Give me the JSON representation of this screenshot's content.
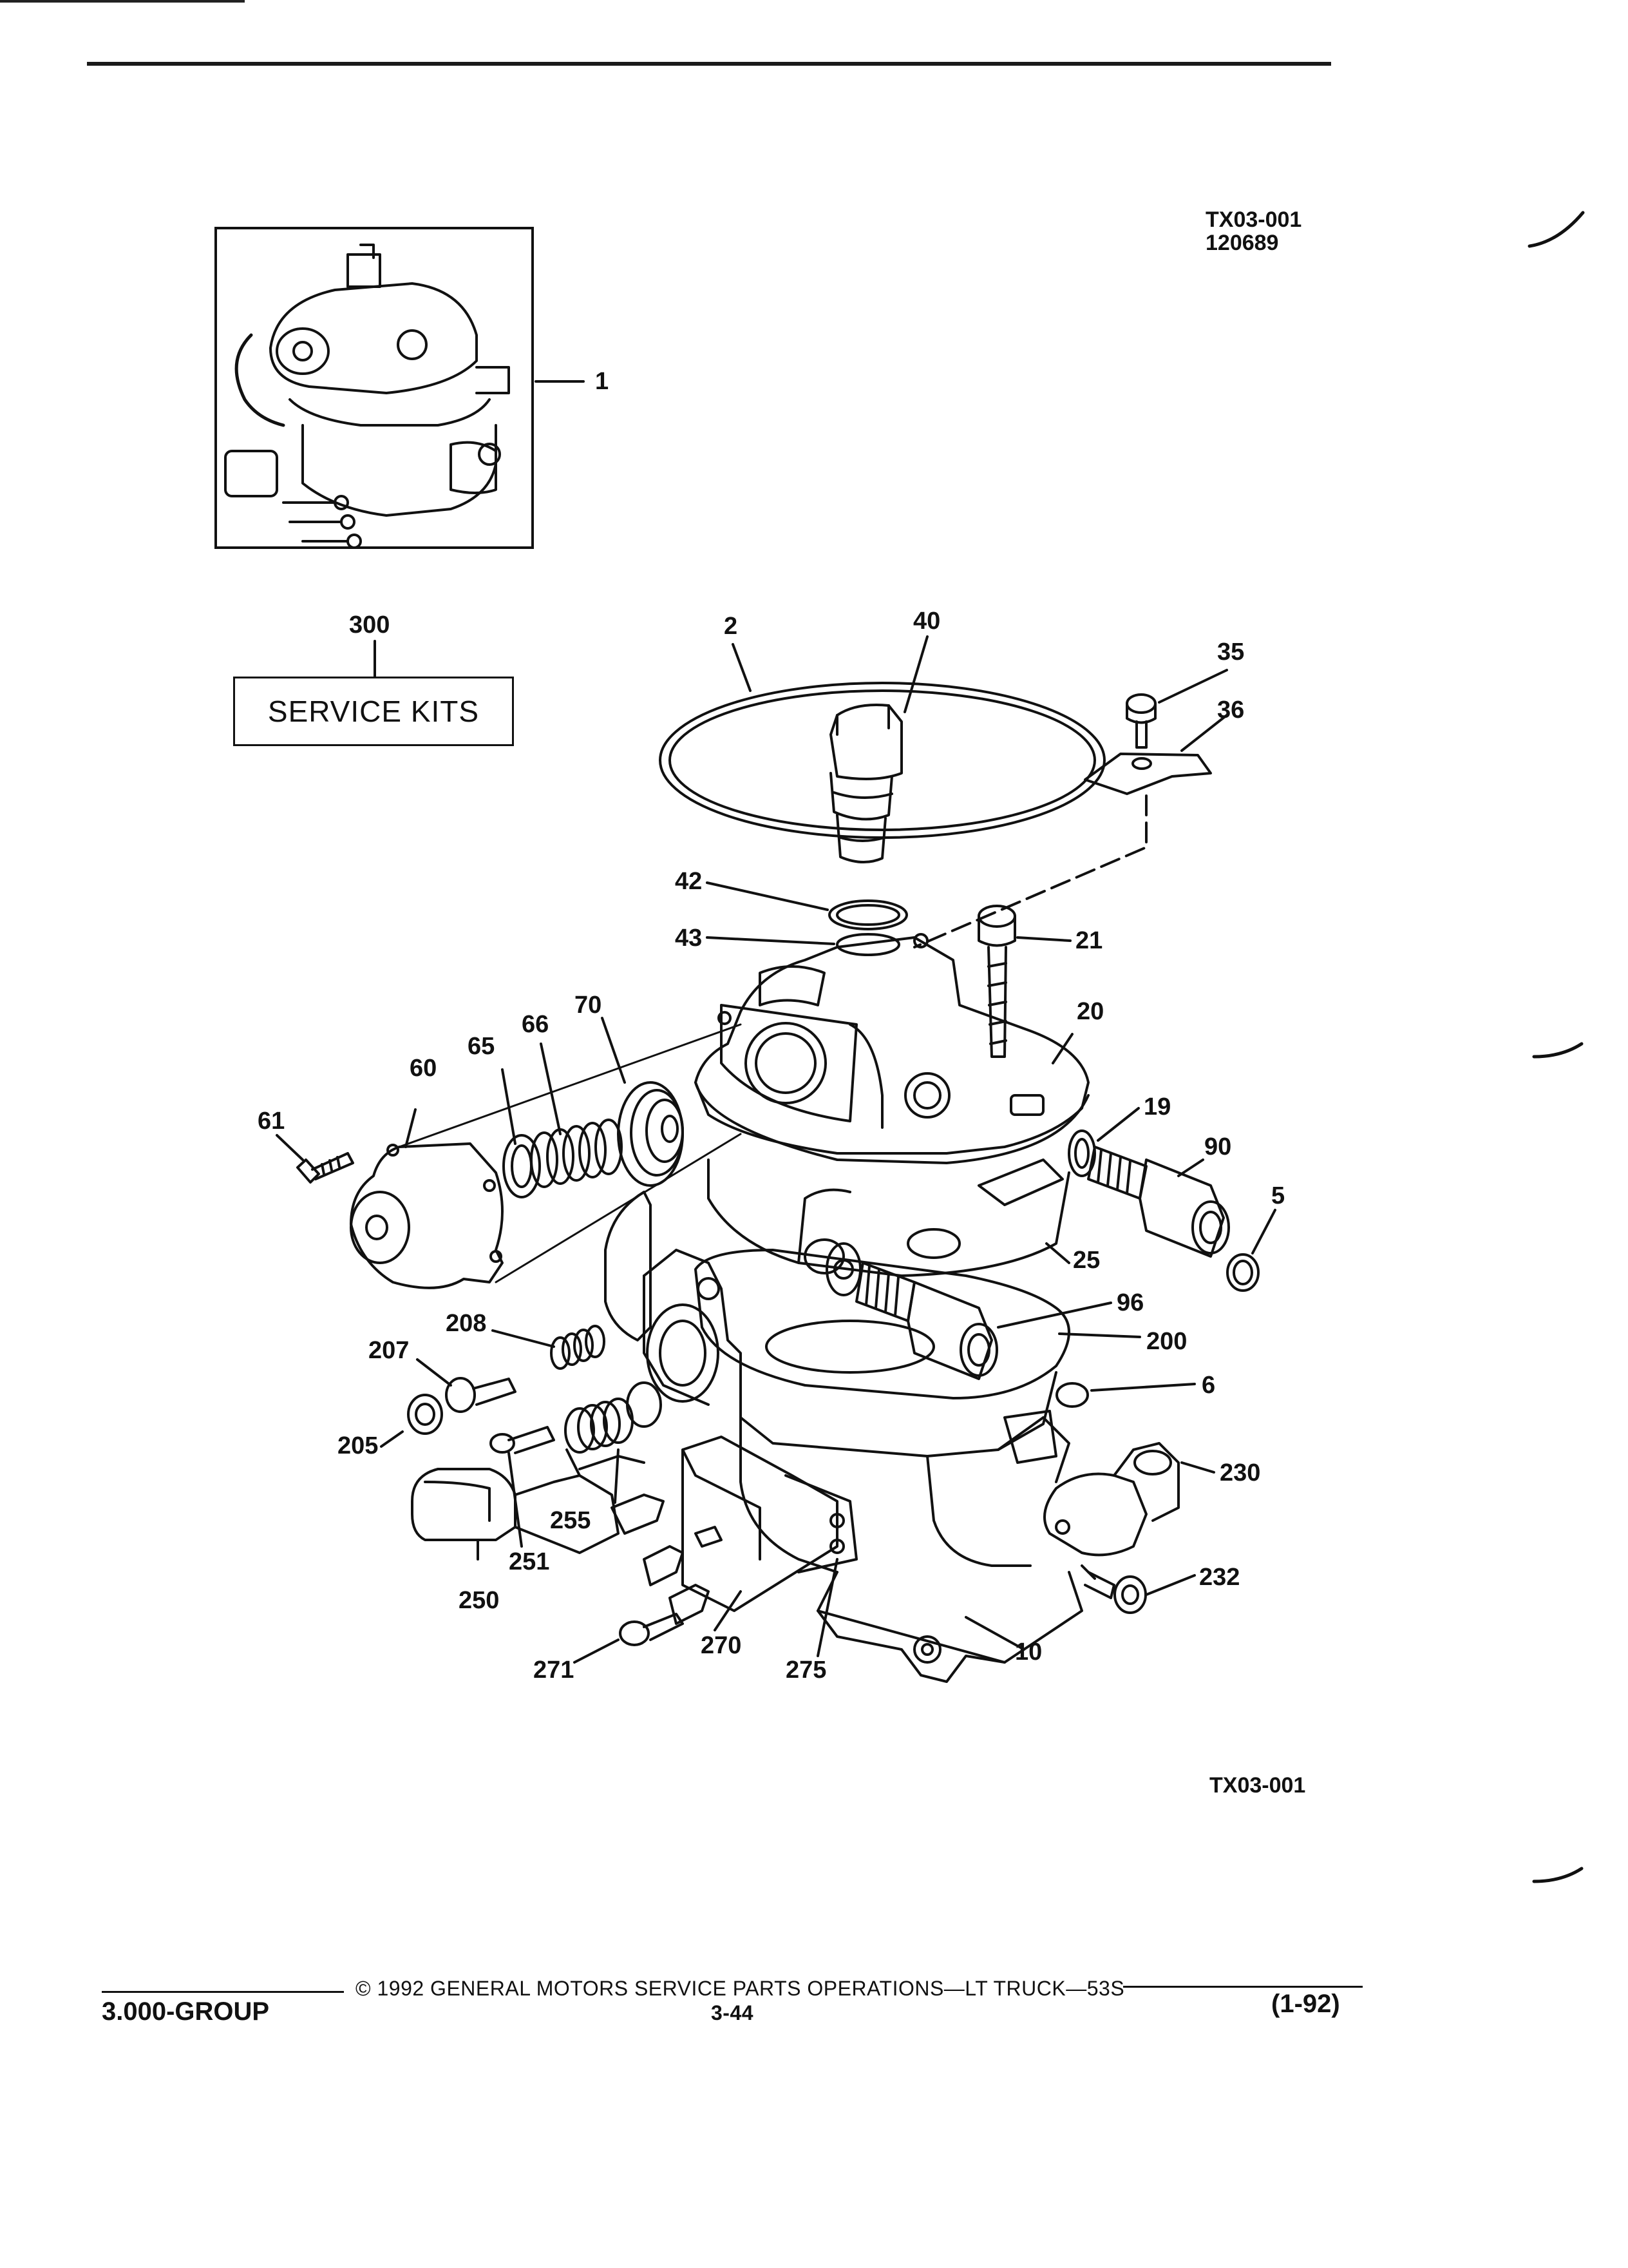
{
  "header": {
    "figure_code": "TX03-001",
    "figure_date": "120689"
  },
  "service_kits": {
    "number": "300",
    "label": "SERVICE KITS"
  },
  "callouts": {
    "c1": "1",
    "c2": "2",
    "c40": "40",
    "c35": "35",
    "c36": "36",
    "c42": "42",
    "c43": "43",
    "c21": "21",
    "c20": "20",
    "c70": "70",
    "c66": "66",
    "c65": "65",
    "c60": "60",
    "c61": "61",
    "c19": "19",
    "c90": "90",
    "c5": "5",
    "c25": "25",
    "c96": "96",
    "c200": "200",
    "c6": "6",
    "c208": "208",
    "c207": "207",
    "c205": "205",
    "c230": "230",
    "c255": "255",
    "c251": "251",
    "c250": "250",
    "c232": "232",
    "c270": "270",
    "c271": "271",
    "c275": "275",
    "c10": "10"
  },
  "figure_code_bottom": "TX03-001",
  "footer": {
    "copyright": "© 1992 GENERAL MOTORS SERVICE PARTS OPERATIONS—LT TRUCK—53S",
    "group": "3.000-GROUP",
    "page": "3-44",
    "revision": "(1-92)"
  }
}
